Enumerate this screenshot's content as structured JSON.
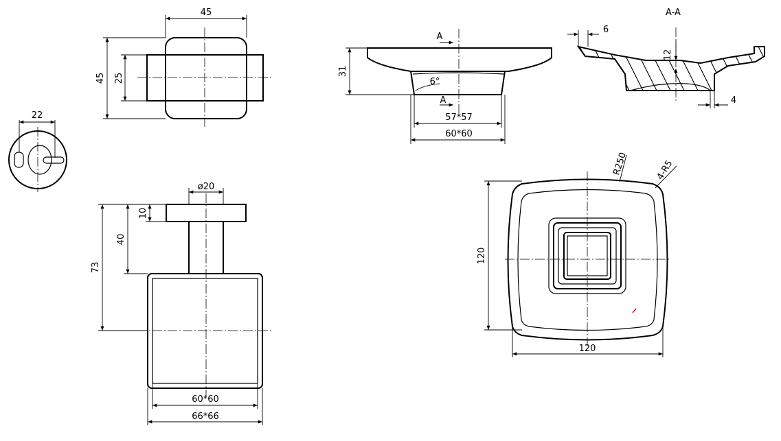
{
  "dimensions": {
    "top_view_width": "45",
    "top_view_height": "45",
    "top_view_bar": "25",
    "round_base": "22",
    "post_diameter": "ø20",
    "flange_height": "10",
    "post_height": "40",
    "total_height": "73",
    "inner_square": "60*60",
    "outer_square": "66*66",
    "side_height": "31",
    "section_mark": "A",
    "draft_angle": "6°",
    "dish_inner": "57*57",
    "dish_outer": "60*60",
    "section_title": "A-A",
    "section_rim": "6",
    "section_depth": "12",
    "section_foot": "4",
    "corner_radius": "R250",
    "corner_fillet": "4-R5",
    "plan_height": "120",
    "plan_width": "120"
  }
}
